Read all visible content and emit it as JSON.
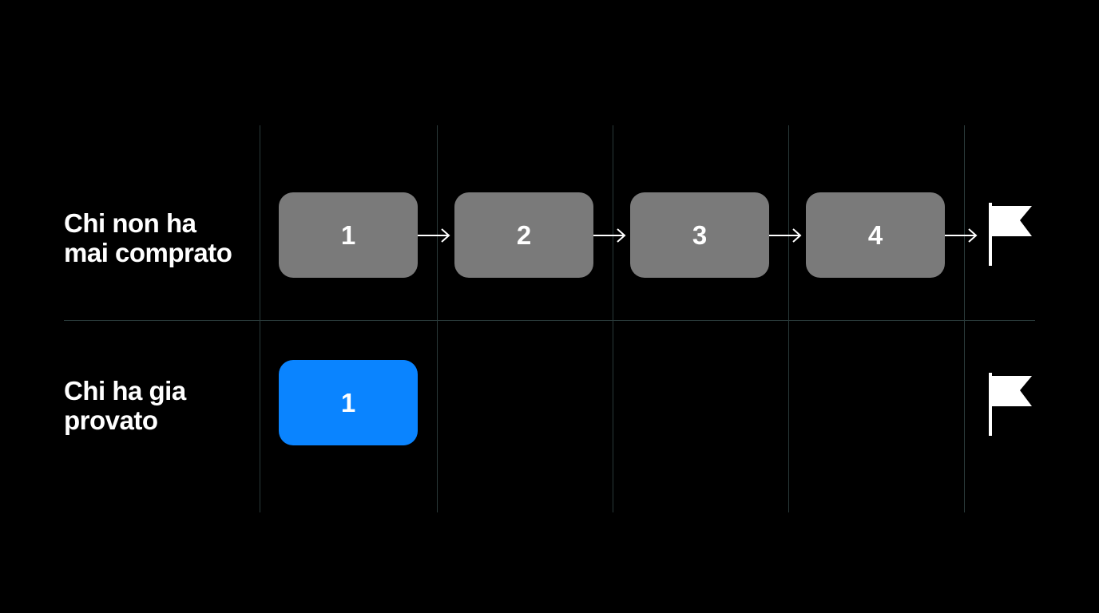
{
  "rows": [
    {
      "label": "Chi non ha\nmai comprato",
      "steps": [
        "1",
        "2",
        "3",
        "4"
      ],
      "step_color": "#7a7a7a",
      "end_icon": "flag-icon"
    },
    {
      "label": "Chi ha gia\nprovato",
      "steps": [
        "1"
      ],
      "step_color": "#0a84ff",
      "end_icon": "flag-icon"
    }
  ],
  "colors": {
    "background": "#000000",
    "grid": "#2a3a3a",
    "grey_step": "#7a7a7a",
    "blue_step": "#0a84ff",
    "text": "#ffffff"
  }
}
